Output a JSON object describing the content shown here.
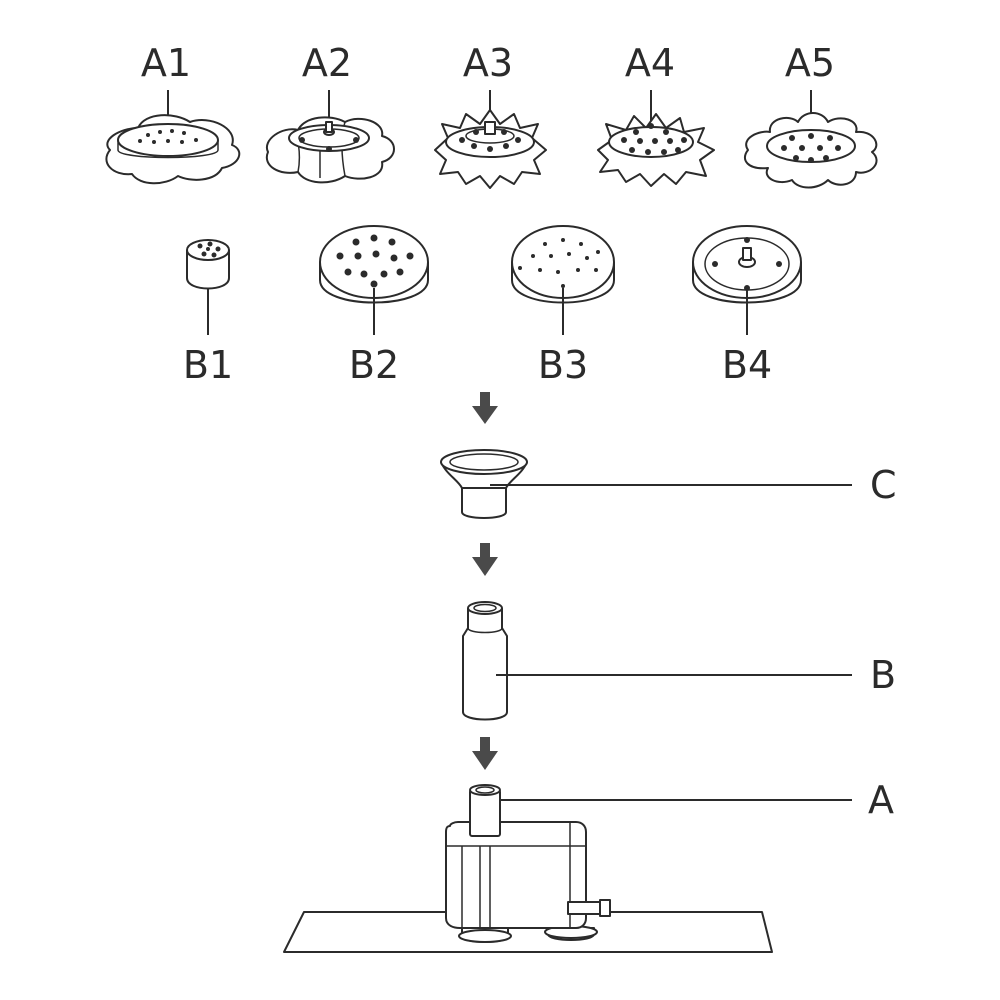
{
  "labels": {
    "A1": "A1",
    "A2": "A2",
    "A3": "A3",
    "A4": "A4",
    "A5": "A5",
    "B1": "B1",
    "B2": "B2",
    "B3": "B3",
    "B4": "B4",
    "C": "C",
    "B": "B",
    "A": "A"
  },
  "colors": {
    "line": "#2b2b2b",
    "arrow": "#4a4a4a",
    "background": "#ffffff"
  },
  "icons": {
    "step_arrow": "down-arrow-icon"
  }
}
